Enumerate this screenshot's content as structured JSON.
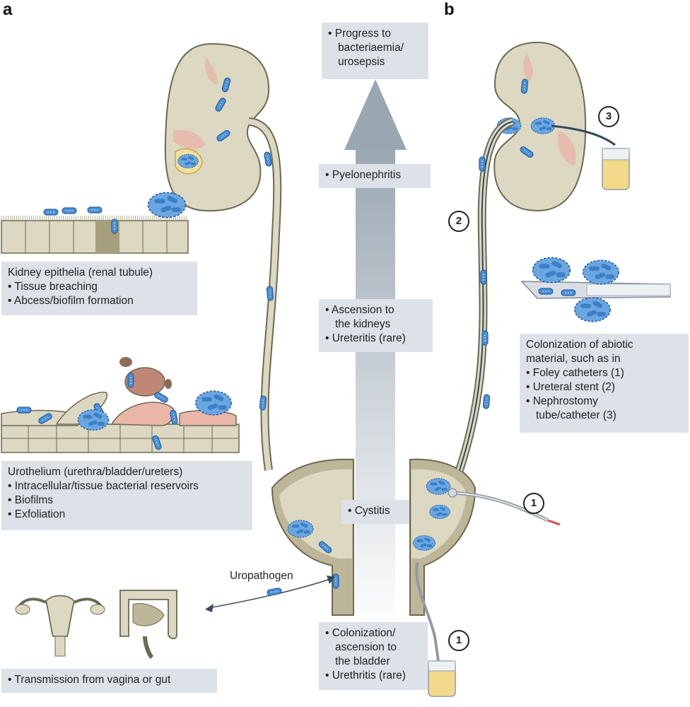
{
  "panels": {
    "a": "a",
    "b": "b"
  },
  "center": {
    "stage1": "• Progress to",
    "stage1b": "bacteriaemia/",
    "stage1c": "urosepsis",
    "stage2": "• Pyelonephritis",
    "stage3a": "• Ascension to",
    "stage3b": "the kidneys",
    "stage3c": "• Ureteritis (rare)",
    "stage4": "• Cystitis",
    "stage5a": "• Colonization/",
    "stage5b": "ascension to",
    "stage5c": "the bladder",
    "stage5d": "• Urethritis (rare)"
  },
  "left": {
    "kidney_title": "Kidney epithelia (renal tubule)",
    "kidney_1": "• Tissue breaching",
    "kidney_2": "• Abcess/biofilm formation",
    "uro_title": "Urothelium (urethra/bladder/ureters)",
    "uro_1": "• Intracellular/tissue bacterial reservoirs",
    "uro_2": "• Biofilms",
    "uro_3": "• Exfoliation",
    "uropathogen": "Uropathogen",
    "transmission": "• Transmission from vagina or gut"
  },
  "right": {
    "abiotic_1": "Colonization of abiotic",
    "abiotic_2": "material, such as in",
    "abiotic_3": "• Foley catheters (1)",
    "abiotic_4": "• Ureteral stent (2)",
    "abiotic_5": "• Nephrostomy",
    "abiotic_6": "tube/catheter (3)",
    "marker_1": "1",
    "marker_2": "2",
    "marker_3": "3"
  },
  "colors": {
    "tissue": "#dcd8c2",
    "tissue_dark": "#bdb699",
    "outline": "#6b6a52",
    "bacteria": "#4a90d6",
    "bacteria_dark": "#2a5f9e",
    "box": "#dde2e8",
    "arrow": "#a9b4bf",
    "inflamed": "#e9b6a8",
    "urine": "#f3d98a"
  }
}
